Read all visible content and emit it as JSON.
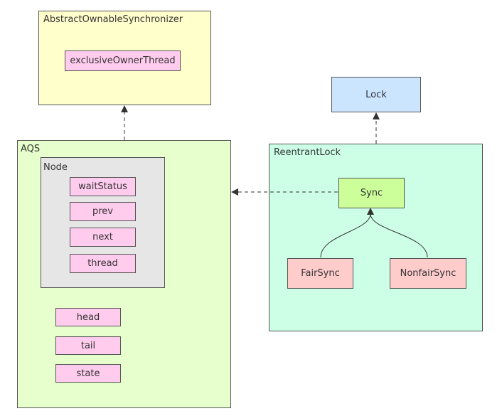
{
  "colors": {
    "aos_fill": "#ffffcc",
    "aqs_fill": "#e6ffcc",
    "node_fill": "#e6e6e6",
    "field_fill": "#ffccee",
    "lock_fill": "#cce5ff",
    "reentrant_fill": "#ccffe6",
    "sync_fill": "#ccff99",
    "subclass_fill": "#ffcccc",
    "stroke": "#555555"
  },
  "aos": {
    "title": "AbstractOwnableSynchronizer",
    "fields": [
      "exclusiveOwnerThread"
    ]
  },
  "aqs": {
    "title": "AQS",
    "node": {
      "title": "Node",
      "fields": [
        "waitStatus",
        "prev",
        "next",
        "thread"
      ]
    },
    "fields": [
      "head",
      "tail",
      "state"
    ]
  },
  "lock": {
    "title": "Lock"
  },
  "reentrant": {
    "title": "ReentrantLock",
    "sync": "Sync",
    "fair": "FairSync",
    "nonfair": "NonfairSync"
  }
}
